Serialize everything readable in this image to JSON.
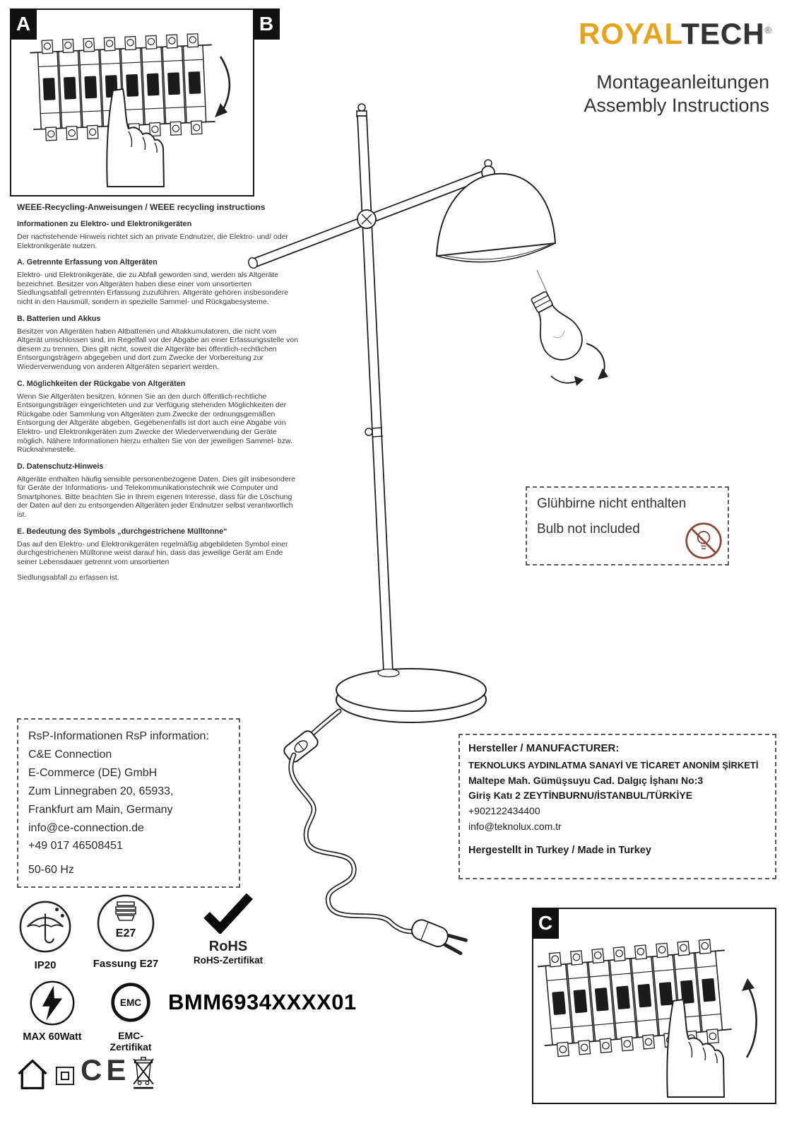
{
  "sections": {
    "a": "A",
    "b": "B",
    "c": "C"
  },
  "header": {
    "brand_part1": "ROYAL",
    "brand_part2": "TECH",
    "brand_reg": "®",
    "subtitle_de": "Montageanleitungen",
    "subtitle_en": "Assembly Instructions"
  },
  "weee": {
    "heading": "WEEE-Recycling-Anweisungen / WEEE recycling instructions",
    "intro_title": "Informationen zu Elektro- und Elektronikgeräten",
    "intro_body": "Der nachstehende Hinweis richtet sich an private Endnutzer, die Elektro- und/ oder Elektronikgeräte nutzen.",
    "sections": [
      {
        "title": "A. Getrennte Erfassung von Altgeräten",
        "body": "Elektro- und Elektronikgeräte, die zu Abfall geworden sind, werden als Altgeräte bezeichnet. Besitzer von Altgeräten haben diese einer vom unsortierten Siedlungsabfall getrennten Erfassung zuzuführen. Altgeräte gehören insbesondere nicht in den Hausmüll, sondern in spezielle Sammel- und Rückgabesysteme."
      },
      {
        "title": "B. Batterien und Akkus",
        "body": "Besitzer von Altgeräten haben Altbatterien und Altakkumulatoren, die nicht vom Altgerät umschlossen sind, im Regelfall vor der Abgabe an einer Erfassungsstelle von diesem zu trennen. Dies gilt nicht, soweit die Altgeräte bei öffentlich-rechtlichen Entsorgungsträgern abgegeben und dort zum Zwecke der Vorbereitung zur Wiederverwendung von anderen Altgeräten separiert werden."
      },
      {
        "title": "C. Möglichkeiten der Rückgabe von Altgeräten",
        "body": "Wenn Sie Altgeräten besitzen, können Sie an den durch öffentlich-rechtliche Entsorgungsträger eingerichteten und zur Verfügung stehenden Möglichkeiten der Rückgabe oder Sammlung von Altgeräten zum Zwecke der ordnungsgemäßen Entsorgung der Altgeräte abgeben. Gegebenenfalls ist dort auch eine Abgabe von Elektro- und Elektronikgeräten zum Zwecke der Wiederverwendung der Geräte möglich. Nähere Informationen hierzu erhalten Sie von der jeweiligen Sammel- bzw. Rücknahmestelle."
      },
      {
        "title": "D. Datenschutz-Hinweis",
        "body": "Altgeräte enthalten häufig sensible personenbezogene Daten. Dies gilt insbesondere für Geräte der Informations- und Telekommunikationstechnik wie Computer und Smartphones. Bitte beachten Sie in Ihrem eigenen Interesse, dass für die Löschung der Daten auf den zu entsorgenden Altgeräten jeder Endnutzer selbst verantwortlich ist."
      },
      {
        "title": "E. Bedeutung des Symbols „durchgestrichene Mülltonne“",
        "body": "Das auf den Elektro- und Elektronikgeräten regelmäßig abgebildeten Symbol einer durchgestrichenen Mülltonne weist darauf hin, dass das jeweilige Gerät am Ende seiner Lebensdauer getrennt vom unsortierten"
      }
    ],
    "footer_line": "Siedlungsabfall zu erfassen ist."
  },
  "bulb_notice": {
    "line1": "Glühbirne nicht enthalten",
    "line2": "Bulb not included"
  },
  "rsp": {
    "title": "RsP-Informationen RsP information:",
    "lines": [
      "C&E Connection",
      "E-Commerce (DE) GmbH",
      "Zum Linnegraben 20, 65933,",
      "Frankfurt am Main, Germany",
      "info@ce-connection.de",
      "+49 017 46508451",
      "50-60 Hz"
    ]
  },
  "manufacturer": {
    "title": "Hersteller / MANUFACTURER:",
    "company": "TEKNOLUKS AYDINLATMA SANAYİ VE TİCARET ANONİM ŞİRKETİ",
    "address1": "Maltepe Mah. Gümüşsuyu Cad. Dalgıç İşhanı No:3",
    "address2": "Giriş Katı 2 ZEYTİNBURNU/İSTANBUL/TÜRKİYE",
    "phone": "+902122434400",
    "email": "info@teknolux.com.tr",
    "made_in": "Hergestellt in Turkey / Made in Turkey"
  },
  "certs": {
    "ip_label": "IP20",
    "socket_text": "E27",
    "socket_label": "Fassung E27",
    "rohs_name": "RoHS",
    "rohs_label": "RoHS-Zertifikat",
    "watt_label": "MAX 60Watt",
    "emc_text": "EMC",
    "emc_label": "EMC-Zertifikat",
    "model_number": "BMM6934XXXX01",
    "ce_mark": "CE"
  },
  "icons": {
    "ip20_icon": "umbrella-with-drops",
    "socket_icon": "e27-lamp-socket",
    "rohs_icon": "checkmark",
    "watt_icon": "lightning-bolt",
    "emc_icon": "emc-ring",
    "house_icon": "house-outline",
    "insulation_icon": "double-square",
    "weee_icon": "crossed-out-wheelie-bin",
    "no_bulb_icon": "crossed-out-bulb",
    "lamp_illustration": "floor-lamp-line-drawing",
    "breaker_illustration": "circuit-breaker-row-with-pointing-hand"
  },
  "colors": {
    "brand_gold": "#E5A41C",
    "brand_dark": "#333333",
    "notice_icon": "#8a4a38"
  }
}
